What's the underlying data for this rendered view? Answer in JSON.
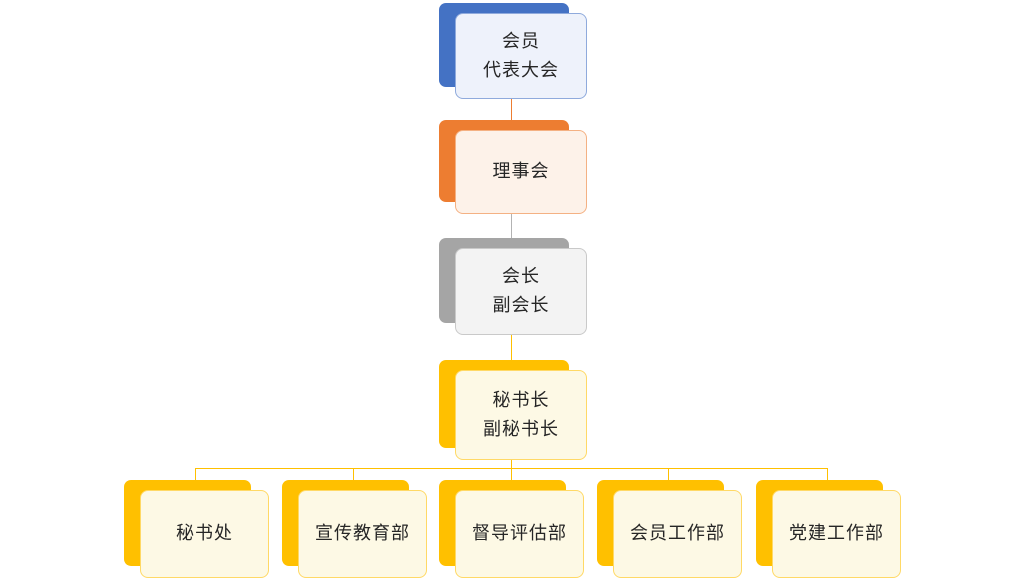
{
  "diagram": {
    "type": "org-chart",
    "colors": {
      "blue": "#4472c4",
      "orange": "#ed7d31",
      "gray": "#a5a5a5",
      "gold": "#ffc000",
      "background": "#ffffff",
      "text": "#262626"
    },
    "nodes": [
      {
        "id": "member-assembly",
        "theme": "blue",
        "lines": [
          "会员",
          "代表大会"
        ]
      },
      {
        "id": "council",
        "theme": "orange",
        "lines": [
          "理事会"
        ]
      },
      {
        "id": "president",
        "theme": "gray",
        "lines": [
          "会长",
          "副会长"
        ]
      },
      {
        "id": "secretary-general",
        "theme": "gold",
        "lines": [
          "秘书长",
          "副秘书长"
        ]
      },
      {
        "id": "secretariat",
        "theme": "gold",
        "lines": [
          "秘书处"
        ]
      },
      {
        "id": "publicity-education-dept",
        "theme": "gold",
        "lines": [
          "宣传教育部"
        ]
      },
      {
        "id": "supervision-evaluation-dept",
        "theme": "gold",
        "lines": [
          "督导评估部"
        ]
      },
      {
        "id": "membership-work-dept",
        "theme": "gold",
        "lines": [
          "会员工作部"
        ]
      },
      {
        "id": "party-building-work-dept",
        "theme": "gold",
        "lines": [
          "党建工作部"
        ]
      }
    ],
    "edges": [
      {
        "from": "member-assembly",
        "to": "council"
      },
      {
        "from": "council",
        "to": "president"
      },
      {
        "from": "president",
        "to": "secretary-general"
      },
      {
        "from": "secretary-general",
        "to": "secretariat"
      },
      {
        "from": "secretary-general",
        "to": "publicity-education-dept"
      },
      {
        "from": "secretary-general",
        "to": "supervision-evaluation-dept"
      },
      {
        "from": "secretary-general",
        "to": "membership-work-dept"
      },
      {
        "from": "secretary-general",
        "to": "party-building-work-dept"
      }
    ]
  }
}
